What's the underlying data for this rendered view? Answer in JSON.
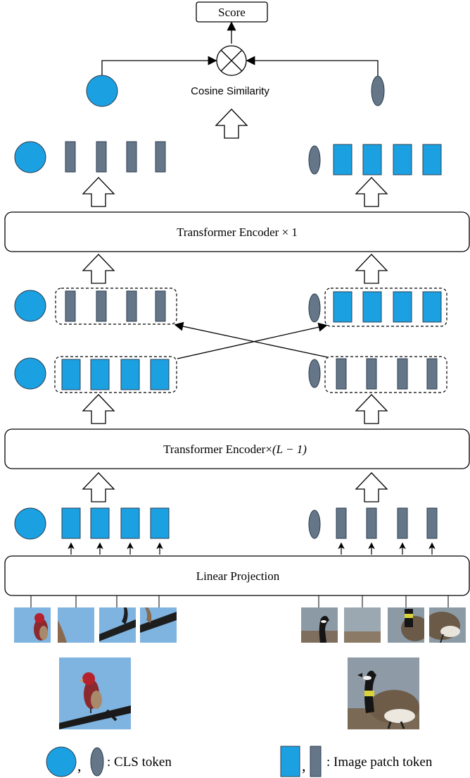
{
  "diagram": {
    "score_label": "Score",
    "similarity_label": "Cosine Similarity",
    "encoder_top_label": "Transformer Encoder × 1",
    "encoder_mid_label_prefix": "Transformer Encoder×",
    "encoder_mid_label_math": "(L − 1)",
    "projection_label": "Linear Projection",
    "legend_cls_label": ": CLS token",
    "legend_patch_label": ": Image patch token",
    "legend_separator": ","
  },
  "colors": {
    "blue_token": "#1BA1E2",
    "gray_token": "#647687",
    "token_stroke": "#2C3E50",
    "sky": "#7FB3E0",
    "line": "#000000"
  },
  "images": {
    "left_subject": "red finch on branch",
    "right_subject": "canada goose on shore"
  }
}
